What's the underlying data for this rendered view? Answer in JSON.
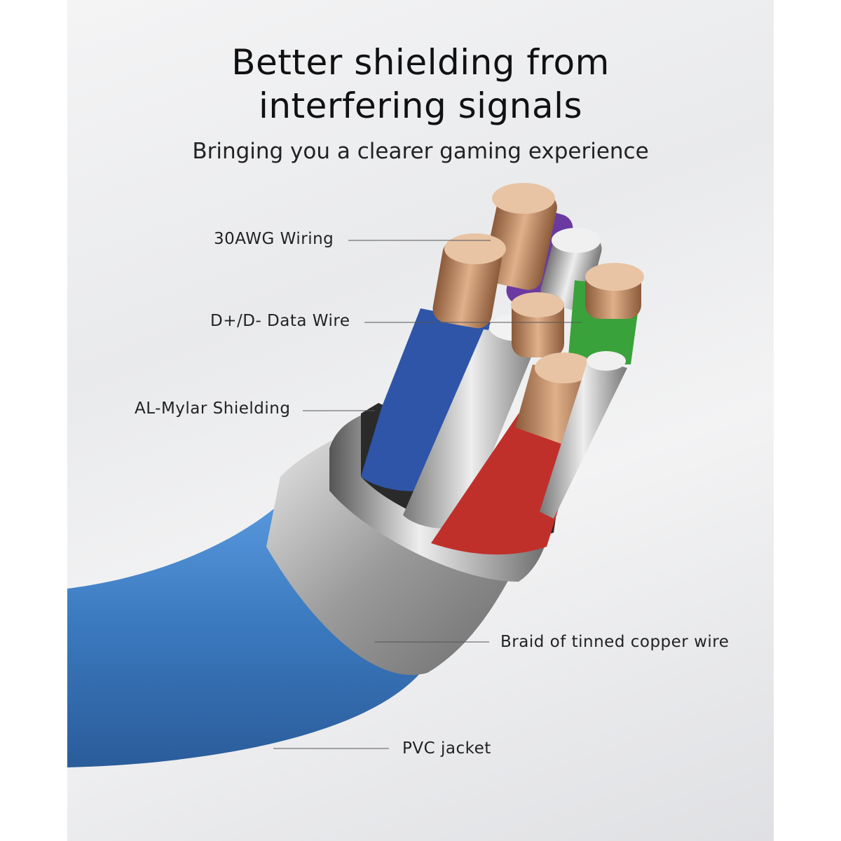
{
  "title_line1": "Better shielding from",
  "title_line2": "interfering signals",
  "subtitle": "Bringing you a clearer gaming experience",
  "labels": {
    "wiring": "30AWG Wiring",
    "data_wire": "D+/D- Data Wire",
    "shielding": "AL-Mylar Shielding",
    "braid": "Braid of tinned copper wire",
    "jacket": "PVC jacket"
  },
  "colors": {
    "jacket": "#3a78bd",
    "copper": "#c08a60",
    "blue_wire": "#2f55a8",
    "red_wire": "#c0302b",
    "green_wire": "#3aa23a",
    "purple_wire": "#6a3aa0"
  }
}
